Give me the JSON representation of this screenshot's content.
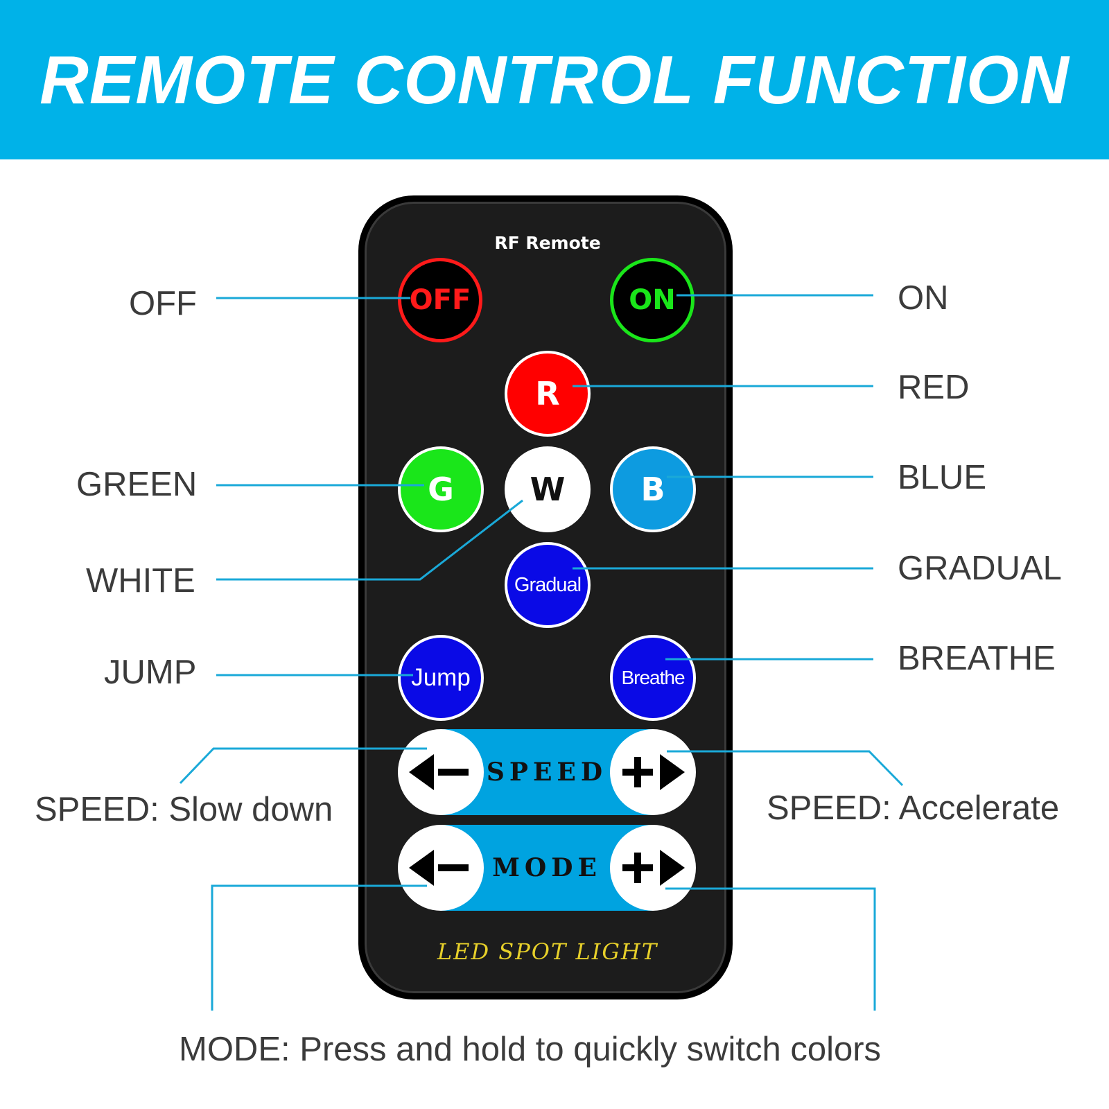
{
  "title": "REMOTE CONTROL FUNCTION",
  "remote": {
    "header": "RF Remote",
    "buttons": {
      "off": "OFF",
      "on": "ON",
      "red": "R",
      "green": "G",
      "white": "W",
      "blue": "B",
      "gradual": "Gradual",
      "jump": "Jump",
      "breathe": "Breathe"
    },
    "speed_label": "SPEED",
    "mode_label": "MODE",
    "brand": "LED SPOT LIGHT"
  },
  "callouts": {
    "off": "OFF",
    "on": "ON",
    "red": "RED",
    "green": "GREEN",
    "blue": "BLUE",
    "white": "WHITE",
    "gradual": "GRADUAL",
    "jump": "JUMP",
    "breathe": "BREATHE",
    "speed_slow": "SPEED: Slow down",
    "speed_fast": "SPEED: Accelerate",
    "mode": "MODE: Press and hold to quickly switch colors"
  },
  "colors": {
    "banner": "#00b2e8",
    "accent_line": "#1aa9d8",
    "red": "#ff0000",
    "green": "#1ae61a",
    "blue": "#0d9be0",
    "effect_blue": "#0a0ae6",
    "brand_gold": "#e7d02a"
  }
}
